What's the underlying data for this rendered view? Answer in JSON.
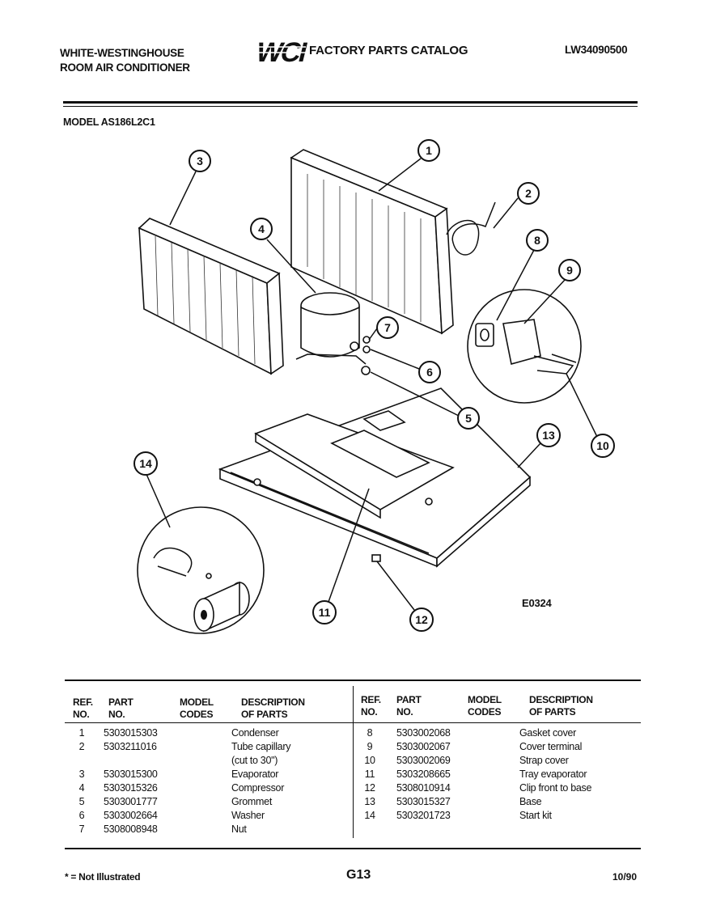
{
  "header": {
    "brand_line1": "WHITE-WESTINGHOUSE",
    "brand_line2": "ROOM AIR CONDITIONER",
    "logo_text": "WCI",
    "catalog_title": "FACTORY PARTS CATALOG",
    "catalog_number": "LW34090500",
    "model_label": "MODEL AS186L2C1"
  },
  "diagram": {
    "code": "E0324",
    "callouts": [
      "1",
      "2",
      "3",
      "4",
      "5",
      "6",
      "7",
      "8",
      "9",
      "10",
      "11",
      "12",
      "13",
      "14"
    ]
  },
  "table": {
    "headers": {
      "ref": "REF.\nNO.",
      "part": "PART\nNO.",
      "model": "MODEL\nCODES",
      "desc": "DESCRIPTION\nOF PARTS"
    },
    "left_rows": [
      {
        "ref": "1",
        "part": "5303015303",
        "desc": "Condenser"
      },
      {
        "ref": "2",
        "part": "5303211016",
        "desc": "Tube capillary\n(cut to 30\")"
      },
      {
        "ref": "3",
        "part": "5303015300",
        "desc": "Evaporator"
      },
      {
        "ref": "4",
        "part": "5303015326",
        "desc": "Compressor"
      },
      {
        "ref": "5",
        "part": "5303001777",
        "desc": "Grommet"
      },
      {
        "ref": "6",
        "part": "5303002664",
        "desc": "Washer"
      },
      {
        "ref": "7",
        "part": "5308008948",
        "desc": "Nut"
      }
    ],
    "right_rows": [
      {
        "ref": "8",
        "part": "5303002068",
        "desc": "Gasket cover"
      },
      {
        "ref": "9",
        "part": "5303002067",
        "desc": "Cover terminal"
      },
      {
        "ref": "10",
        "part": "5303002069",
        "desc": "Strap cover"
      },
      {
        "ref": "11",
        "part": "5303208665",
        "desc": "Tray evaporator"
      },
      {
        "ref": "12",
        "part": "5308010914",
        "desc": "Clip front to base"
      },
      {
        "ref": "13",
        "part": "5303015327",
        "desc": "Base"
      },
      {
        "ref": "14",
        "part": "5303201723",
        "desc": "Start kit"
      }
    ]
  },
  "footer": {
    "note": "* = Not Illustrated",
    "page": "G13",
    "date": "10/90"
  }
}
